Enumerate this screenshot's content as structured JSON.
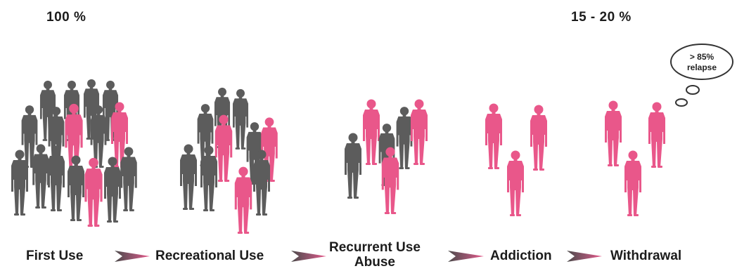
{
  "percent_left": "100 %",
  "percent_right": "15 - 20 %",
  "thought_cloud": {
    "line1": "> 85%",
    "line2": "relapse"
  },
  "stages": [
    {
      "label": "First Use"
    },
    {
      "label": "Recreational Use"
    },
    {
      "label_line1": "Recurrent Use",
      "label_line2": "Abuse"
    },
    {
      "label": "Addiction"
    },
    {
      "label": "Withdrawal"
    }
  ],
  "colors": {
    "gray_person": "#5c5c5c",
    "pink_person": "#e9578a",
    "arrow_dark": "#4a4a4a",
    "arrow_pink": "#e9578a",
    "text": "#1c1c1c"
  }
}
